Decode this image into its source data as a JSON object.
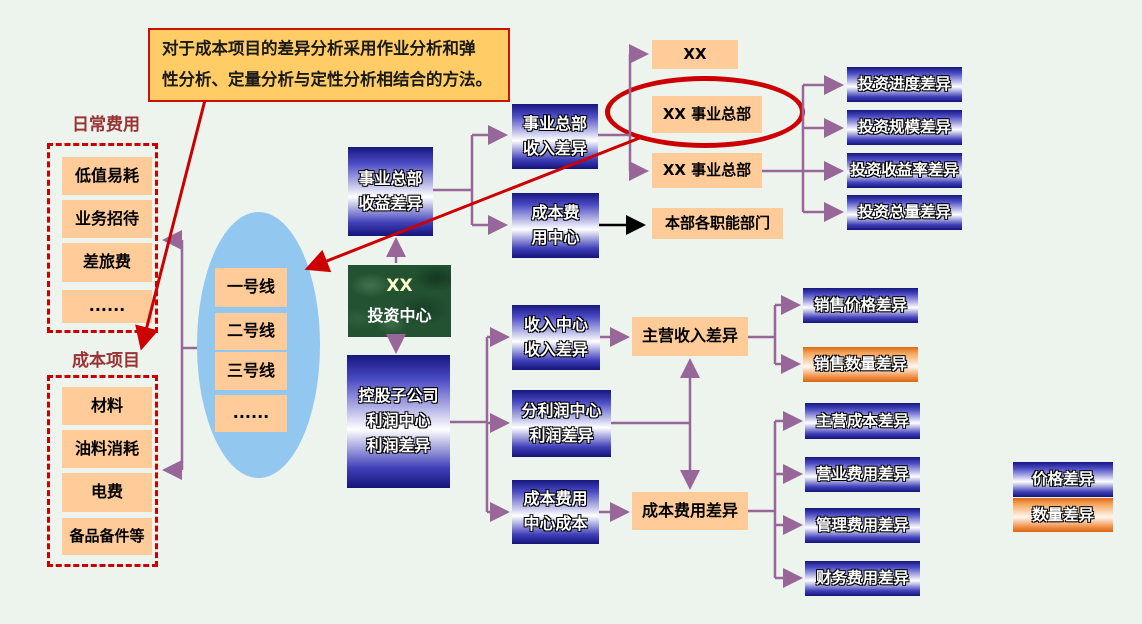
{
  "note": {
    "text": "对于成本项目的差异分析采用作业分析和弹\n性分析、定量分析与定性分析相结合的方法。"
  },
  "groups": {
    "daily": {
      "title": "日常费用",
      "items": [
        "低值易耗",
        "业务招待",
        "差旅费",
        "......"
      ]
    },
    "cost": {
      "title": "成本项目",
      "items": [
        "材料",
        "油料消耗",
        "电费",
        "备品备件等"
      ]
    }
  },
  "production_lines": {
    "items": [
      "一号线",
      "二号线",
      "三号线",
      "......"
    ]
  },
  "nodes": {
    "investment_center_xx": "XX",
    "investment_center_name": "投资中心",
    "hq_profit_variance": "事业总部\n收益差异",
    "subsidiary_profit_variance": "控股子公司\n利润中心\n利润差异",
    "hq_revenue_variance": "事业总部\n收入差异",
    "cost_expense_center": "成本费\n用中心",
    "xx": "XX",
    "xx_hq_circled": "XX 事业总部",
    "xx_hq": "XX 事业总部",
    "hq_departments": "本部各职能部门",
    "investment_progress": "投资进度差异",
    "investment_scale": "投资规模差异",
    "investment_return_rate": "投资收益率差异",
    "investment_total": "投资总量差异",
    "revenue_center": "收入中心\n收入差异",
    "sub_profit_center": "分利润中心\n利润差异",
    "cost_center_cost": "成本费用\n中心成本",
    "main_revenue_variance": "主营收入差异",
    "cost_expense_variance": "成本费用差异",
    "sales_price_variance": "销售价格差异",
    "sales_quantity_variance": "销售数量差异",
    "main_cost_variance": "主营成本差异",
    "operating_expense_variance": "营业费用差异",
    "admin_expense_variance": "管理费用差异",
    "financial_expense_variance": "财务费用差异"
  },
  "legend": {
    "price": "价格差异",
    "quantity": "数量差异"
  },
  "colors": {
    "background": "#EDF4EE",
    "note_fill": "#FFCC66",
    "peach_fill": "#FFCC99",
    "blue_dark": "#17177F",
    "orange_dark": "#DD6A15",
    "ellipse_fill": "#92C7EF",
    "connector_purple": "#996699",
    "annotation_red": "#CC0000",
    "group_title_red": "#993333"
  }
}
